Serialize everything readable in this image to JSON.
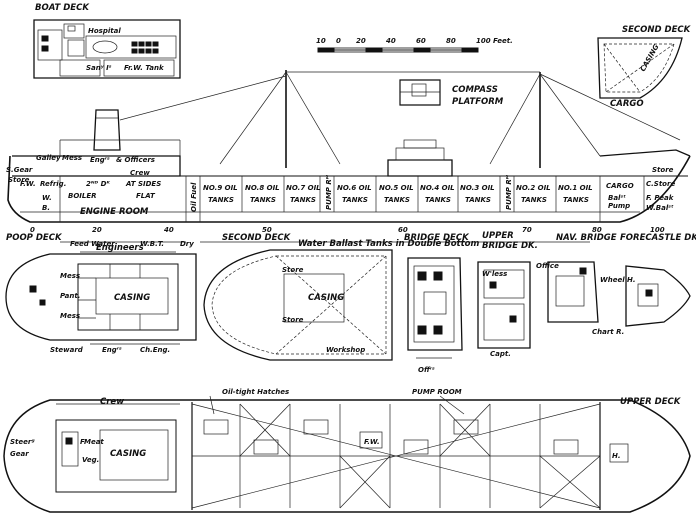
{
  "headings": {
    "boat_deck": "BOAT DECK",
    "second_deck_top": "SECOND DECK",
    "poop_deck": "POOP DECK",
    "second_deck": "SECOND DECK",
    "bridge_deck": "BRIDGE DECK",
    "upper_bridge": "UPPER",
    "upper_bridge2": "BRIDGE DK.",
    "nav_bridge": "NAV. BRIDGE",
    "forecastle": "FORECASTLE DK.",
    "upper_deck": "UPPER DECK"
  },
  "scale": {
    "ticks": [
      "10",
      "0",
      "20",
      "40",
      "60",
      "80",
      "100 Feet."
    ]
  },
  "boat_deck": {
    "hospital": "Hospital",
    "sanitary": "Sanʸ Iˢ",
    "tank": "Fr.W. Tank"
  },
  "compass": [
    "COMPASS",
    "PLATFORM"
  ],
  "profile": {
    "s_gear": "S.Gear",
    "store": "Store",
    "galley": "Galley",
    "mess": "Mess",
    "engrs": "Engʳˢ",
    "officers": "& Officers",
    "crew": "Crew",
    "fw": "F.W.",
    "refrig": "Refrig.",
    "second_d": "2ᴺᴰ Dᴷ",
    "at_sides": "AT SIDES",
    "boiler": "BOILER",
    "flat": "FLAT",
    "wb": "W.",
    "wb2": "B.",
    "engine_room": "ENGINE ROOM",
    "oil_fuel": "Oil Fuel",
    "pump_rm": "PUMP Rᴹ",
    "pump_rm2": "PUMP Rᴹ",
    "cargo": "CARGO",
    "c_store": "C.Store",
    "store_fwd": "Store",
    "ballast_pump": "Balˢᵗ",
    "ballast_pump2": "Pump",
    "f_peak": "F. Peak",
    "w_ballast": "W.Balˢᵗ",
    "tanks": [
      {
        "no": "NO.9 OIL",
        "t": "TANKS"
      },
      {
        "no": "NO.8 OIL",
        "t": "TANKS"
      },
      {
        "no": "NO.7 OIL",
        "t": "TANKS"
      },
      {
        "no": "NO.6 OIL",
        "t": "TANKS"
      },
      {
        "no": "NO.5 OIL",
        "t": "TANKS"
      },
      {
        "no": "NO.4 OIL",
        "t": "TANKS"
      },
      {
        "no": "NO.3 OIL",
        "t": "TANKS"
      },
      {
        "no": "NO.2 OIL",
        "t": "TANKS"
      },
      {
        "no": "NO.1 OIL",
        "t": "TANKS"
      }
    ],
    "frames": [
      "0",
      "20",
      "40",
      "50",
      "60",
      "70",
      "80",
      "100"
    ],
    "feed_water": "Feed Water",
    "wbt": "W.B.T.",
    "dry": "Dry",
    "water_ballast": "Water Ballast Tanks in Double Bottom"
  },
  "second_deck_top": {
    "casing": "CASING",
    "cargo": "CARGO"
  },
  "poop": {
    "engineers": "Engineers",
    "mess1": "Mess",
    "pant": "Pant.",
    "mess2": "Mess",
    "casing": "CASING",
    "steward": "Steward",
    "engrs": "Engʳˢ",
    "ch_eng": "Ch.Eng."
  },
  "second": {
    "store1": "Store",
    "casing": "CASING",
    "store2": "Store",
    "workshop": "Workshop"
  },
  "upper_bridge": {
    "wless": "W'less",
    "office": "Office",
    "capt": "Capt."
  },
  "offrs": "Offʳˢ",
  "nav": {
    "wheel": "Wheel H.",
    "chart": "Chart R."
  },
  "upper": {
    "oil_tight": "Oil-tight Hatches",
    "pump_room": "PUMP ROOM",
    "crew": "Crew",
    "steer": "Steerᵍ",
    "gear": "Gear",
    "meat": "Meat",
    "f": "F",
    "veg": "Veg.",
    "casing": "CASING",
    "fw": "F.W.",
    "h": "H."
  }
}
